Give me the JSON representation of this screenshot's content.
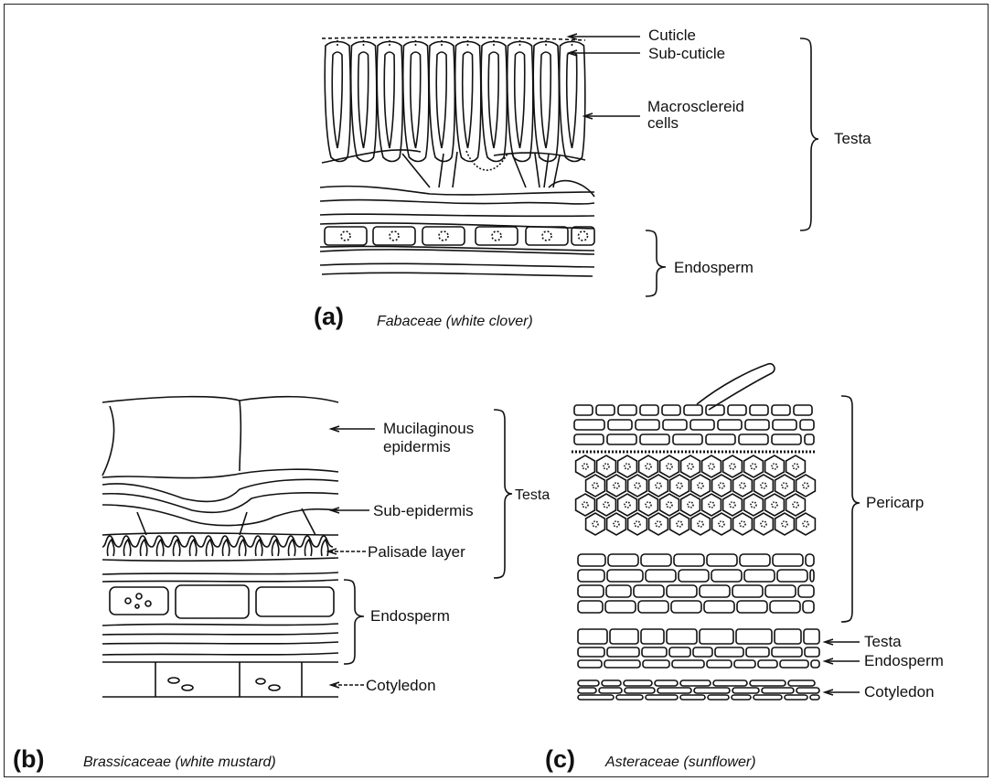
{
  "panel_a": {
    "letter": "(a)",
    "caption": "Fabaceae (white clover)",
    "labels": {
      "cuticle": "Cuticle",
      "sub_cuticle": "Sub-cuticle",
      "macrosclereid_1": "Macrosclereid",
      "macrosclereid_2": "cells",
      "testa": "Testa",
      "endosperm": "Endosperm"
    }
  },
  "panel_b": {
    "letter": "(b)",
    "caption": "Brassicaceae (white mustard)",
    "labels": {
      "mucilaginous_1": "Mucilaginous",
      "mucilaginous_2": "epidermis",
      "sub_epidermis": "Sub-epidermis",
      "palisade": "Palisade layer",
      "testa": "Testa",
      "endosperm": "Endosperm",
      "cotyledon": "Cotyledon"
    }
  },
  "panel_c": {
    "letter": "(c)",
    "caption": "Asteraceae (sunflower)",
    "labels": {
      "pericarp": "Pericarp",
      "testa": "Testa",
      "endosperm": "Endosperm",
      "cotyledon": "Cotyledon"
    }
  }
}
